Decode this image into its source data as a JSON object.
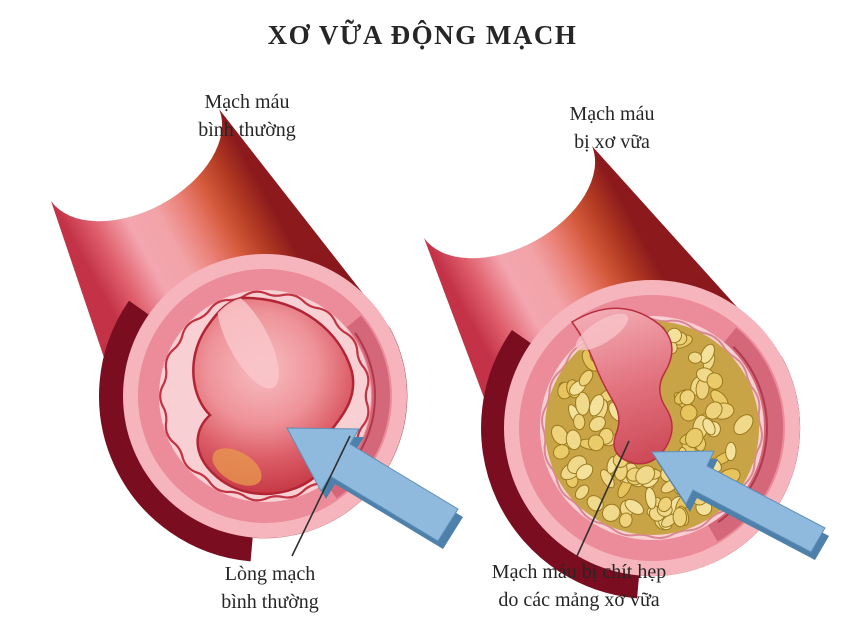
{
  "title": "XƠ VỮA ĐỘNG MẠCH",
  "left_vessel": {
    "top_label": "Mạch máu\nbình thường",
    "bottom_label": "Lòng mạch\nbình thường"
  },
  "right_vessel": {
    "top_label": "Mạch máu\nbị xơ vữa",
    "bottom_label": "Mạch máu bị chít hẹp\ndo các mảng xơ vữa"
  },
  "icons": {
    "left_flow_arrow": "blood-flow-arrow",
    "right_flow_arrow": "blood-flow-arrow"
  },
  "colors": {
    "background": "#ffffff",
    "text": "#262626",
    "artery_outer_pink": "#f6b5bc",
    "artery_wall_pink": "#ec8b99",
    "artery_inner_light": "#f8d0d3",
    "artery_red": "#c93a47",
    "artery_dark_maroon": "#7a0d1f",
    "plaque_gold": "#e7c45e",
    "plaque_base": "#c9a446",
    "flow_arrow_blue": "#8fbadd",
    "flow_arrow_edge_blue": "#4d81ab"
  }
}
